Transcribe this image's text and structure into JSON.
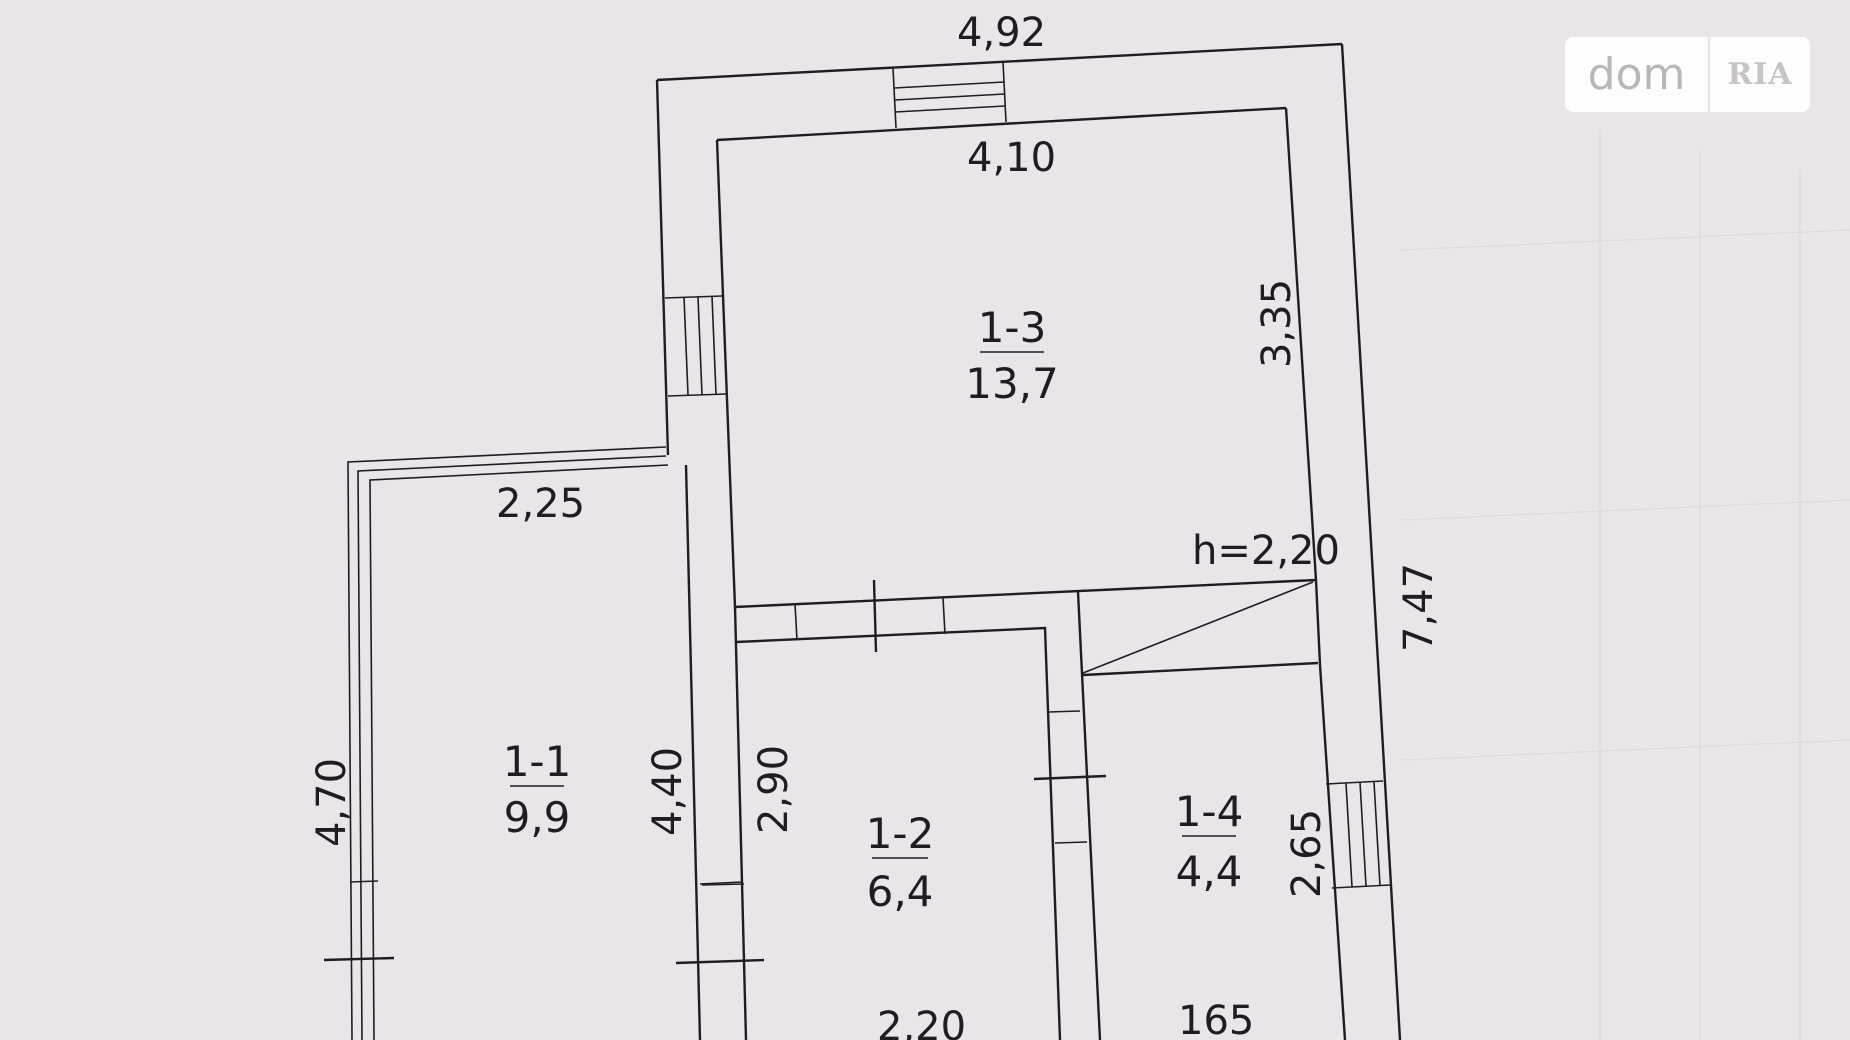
{
  "plan": {
    "dimensions": {
      "d_492": "4,92",
      "d_410": "4,10",
      "d_335": "3,35",
      "d_747": "7,47",
      "d_225": "2,25",
      "d_470": "4,70",
      "d_440": "4,40",
      "d_290": "2,90",
      "d_265": "2,65",
      "d_220_bottom": "2,20",
      "d_165": "165",
      "height": "h=2,20"
    },
    "rooms": [
      {
        "id": "1-1",
        "area": "9,9"
      },
      {
        "id": "1-2",
        "area": "6,4"
      },
      {
        "id": "1-3",
        "area": "13,7"
      },
      {
        "id": "1-4",
        "area": "4,4"
      }
    ]
  },
  "watermark": {
    "brand": "dom",
    "sub_brand": "RIA"
  }
}
